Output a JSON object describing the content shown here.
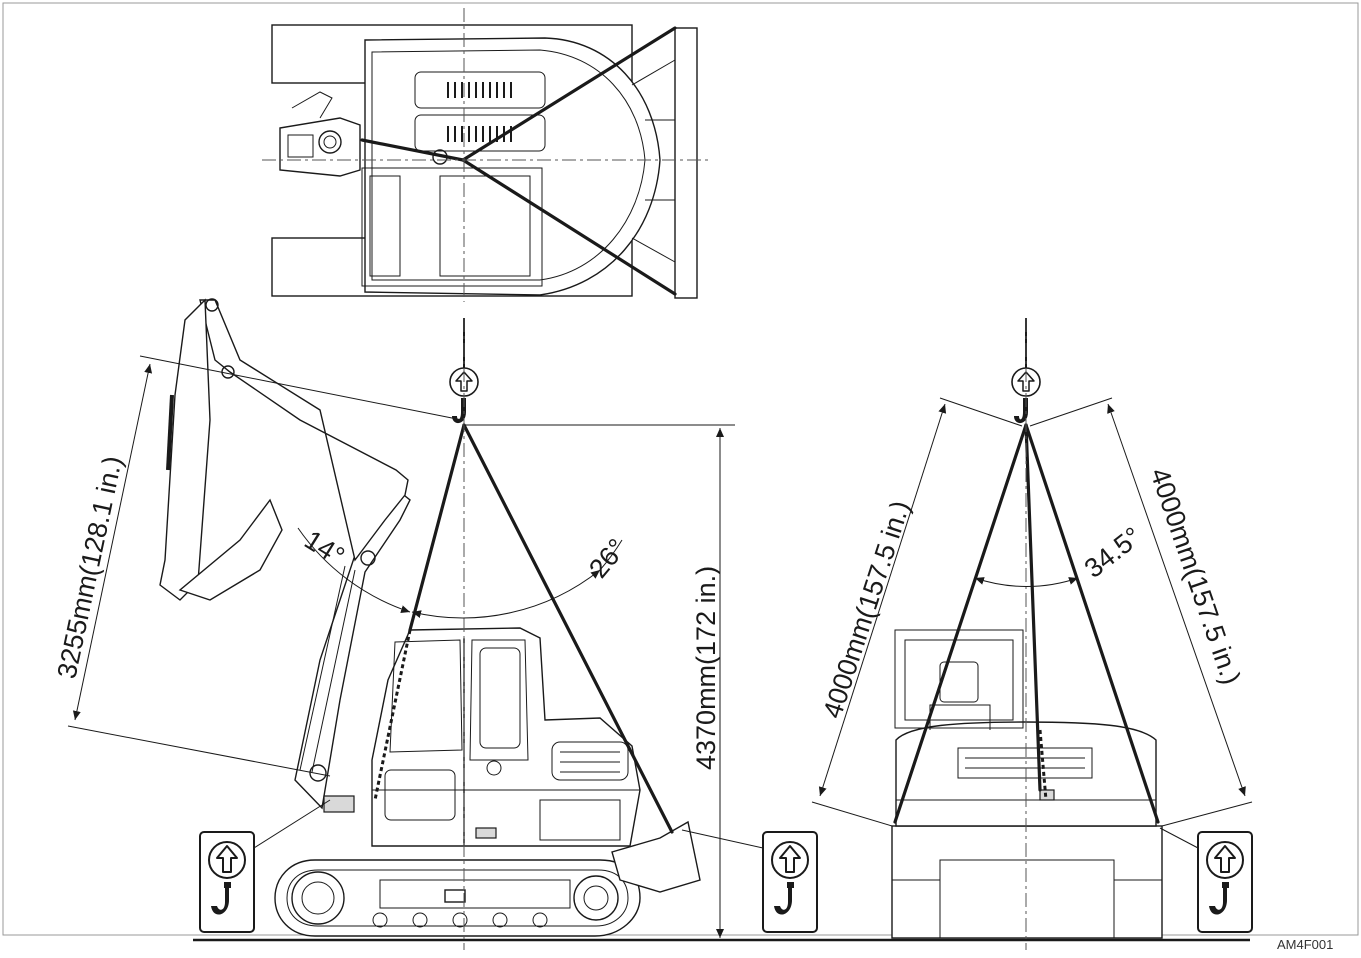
{
  "figure": {
    "figure_code": "AM4F001",
    "dimensions": {
      "boom_sling_length": "3255mm(128.1 in.)",
      "hook_height": "4370mm(172 in.)",
      "left_sling_length": "4000mm(157.5 in.)",
      "right_sling_length": "4000mm(157.5 in.)"
    },
    "angles": {
      "boom_angle": "14°",
      "sling_angle_side": "26°",
      "sling_angle_front": "34.5°"
    },
    "icons": [
      "lifting-point-icon",
      "crane-hook-icon"
    ],
    "views": [
      "top-view",
      "side-view",
      "front-view"
    ]
  }
}
